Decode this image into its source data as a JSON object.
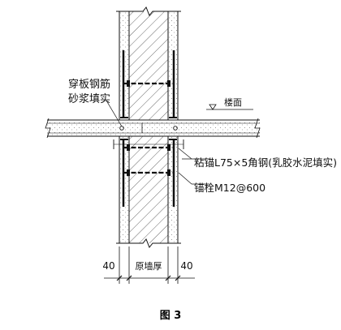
{
  "labels": {
    "through_rebar_line1": "穿板钢筋",
    "through_rebar_line2": "砂浆填实",
    "floor_surface": "楼面",
    "angle_steel": "粘锚L75×5角钢(乳胶水泥填实)",
    "anchor_bolt": "锚栓M12@600"
  },
  "dimensions": {
    "left": "40",
    "middle": "原墙厚",
    "right": "40"
  },
  "caption": "图 3"
}
